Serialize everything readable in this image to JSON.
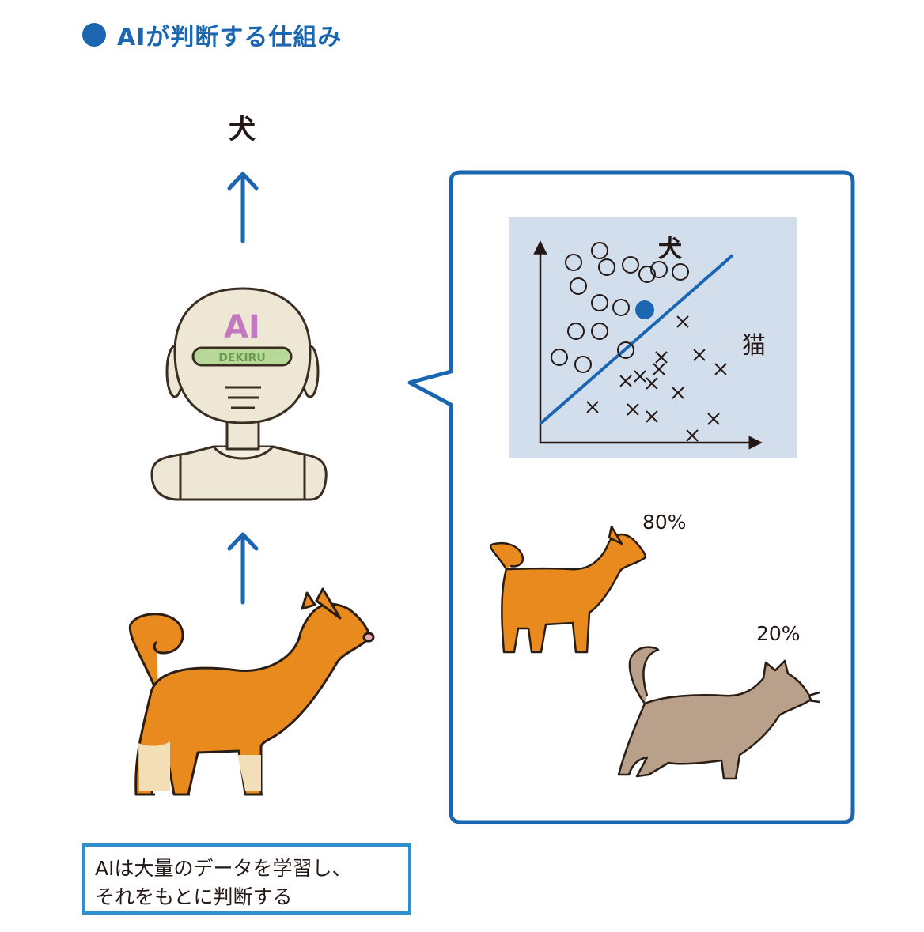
{
  "header": {
    "title": "AIが判断する仕組み"
  },
  "output_label": "犬",
  "robot": {
    "head_text": "AI",
    "visor_text": "DEKIRU"
  },
  "chart": {
    "label_dog": "犬",
    "label_cat": "猫"
  },
  "probabilities": {
    "dog": "80%",
    "cat": "20%"
  },
  "caption": {
    "line1": "AIは大量のデータを学習し、",
    "line2": "それをもとに判断する"
  },
  "colors": {
    "accent": "#1b66b1",
    "chart_bg": "#d3deed",
    "caption_border": "#2f8fcf",
    "dog": "#e98a1f",
    "cat": "#b8a08a"
  },
  "chart_data": {
    "type": "scatter",
    "series": [
      {
        "name": "犬",
        "marker": "circle",
        "points": [
          [
            1.4,
            7.6
          ],
          [
            2.5,
            8.1
          ],
          [
            1.6,
            6.6
          ],
          [
            2.8,
            7.4
          ],
          [
            3.8,
            7.5
          ],
          [
            4.5,
            7.1
          ],
          [
            5.0,
            7.3
          ],
          [
            5.9,
            7.2
          ],
          [
            2.5,
            5.9
          ],
          [
            3.4,
            5.7
          ],
          [
            1.5,
            4.7
          ],
          [
            2.5,
            4.7
          ],
          [
            3.6,
            3.9
          ],
          [
            0.8,
            3.6
          ],
          [
            1.8,
            3.3
          ]
        ]
      },
      {
        "marker": "x",
        "points": [
          [
            6.0,
            5.1
          ],
          [
            5.1,
            3.6
          ],
          [
            6.7,
            3.7
          ],
          [
            5.0,
            3.1
          ],
          [
            7.6,
            3.1
          ],
          [
            3.6,
            2.6
          ],
          [
            4.2,
            2.8
          ],
          [
            4.7,
            2.5
          ],
          [
            5.8,
            2.1
          ],
          [
            2.2,
            1.5
          ],
          [
            3.9,
            1.4
          ],
          [
            4.7,
            1.1
          ],
          [
            7.3,
            1.0
          ],
          [
            6.4,
            0.3
          ]
        ]
      },
      {
        "marker": "filled-circle",
        "points": [
          [
            4.4,
            5.6
          ]
        ]
      }
    ],
    "boundary": [
      [
        0,
        0.8
      ],
      [
        8.1,
        7.9
      ]
    ]
  }
}
